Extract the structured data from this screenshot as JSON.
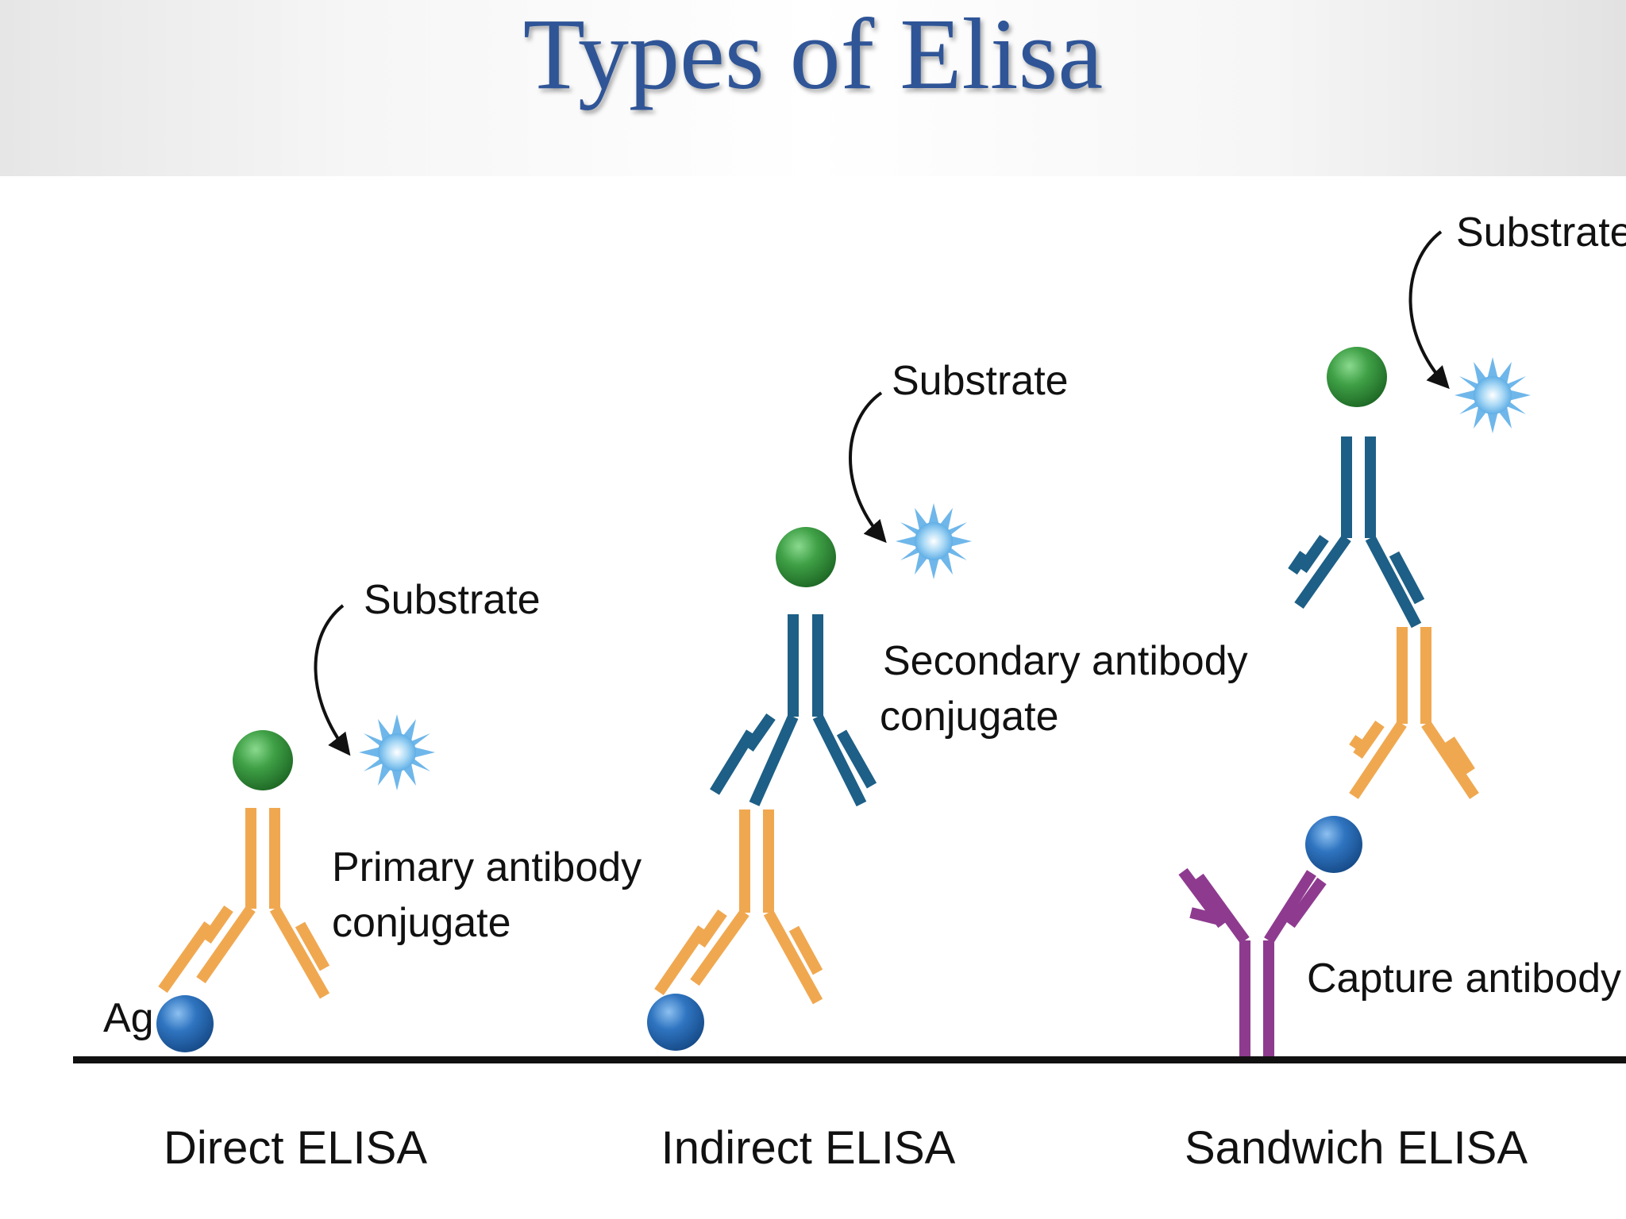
{
  "title": "Types of Elisa",
  "labels": {
    "ag": "Ag",
    "substrate": "Substrate",
    "primary_antibody_line1": "Primary antibody",
    "primary_antibody_line2": "conjugate",
    "secondary_antibody_line1": "Secondary antibody",
    "secondary_antibody_line2": "conjugate",
    "capture_antibody": "Capture antibody"
  },
  "panels": [
    {
      "caption": "Direct ELISA"
    },
    {
      "caption": "Indirect ELISA"
    },
    {
      "caption": "Sandwich ELISA"
    }
  ],
  "colors": {
    "title": "#2f5597",
    "primary_antibody": "#f0a850",
    "secondary_antibody": "#1d5f86",
    "capture_antibody": "#8e3b8f",
    "enzyme": "#3fa046",
    "antigen": "#2f74c0",
    "substrate": "#8cc8f0",
    "surface": "#111111"
  }
}
